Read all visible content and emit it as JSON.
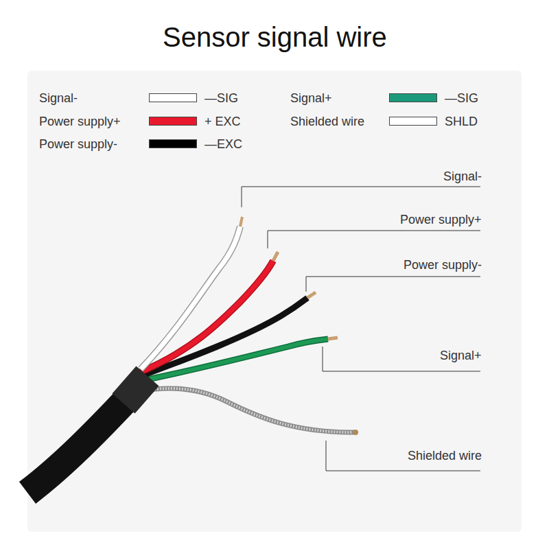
{
  "diagram": {
    "title": "Sensor signal wire",
    "labels": [
      "—SIG",
      "+ EXC",
      "—EXC",
      "—SIG",
      "SHLD",
      "Signal-",
      "Power supply+",
      "Power supply-",
      "Signal+",
      "Shielded wire"
    ],
    "legend": [
      {
        "text": "Signal-",
        "color": "#ffffff"
      },
      {
        "text": "Power supply+",
        "color": "#e8192c"
      },
      {
        "text": "Power supply-",
        "color": "#000000"
      },
      {
        "text": "Signal+",
        "color": "#1a9a7a"
      },
      {
        "text": "Shielded wire",
        "color": "#ffffff"
      }
    ]
  }
}
